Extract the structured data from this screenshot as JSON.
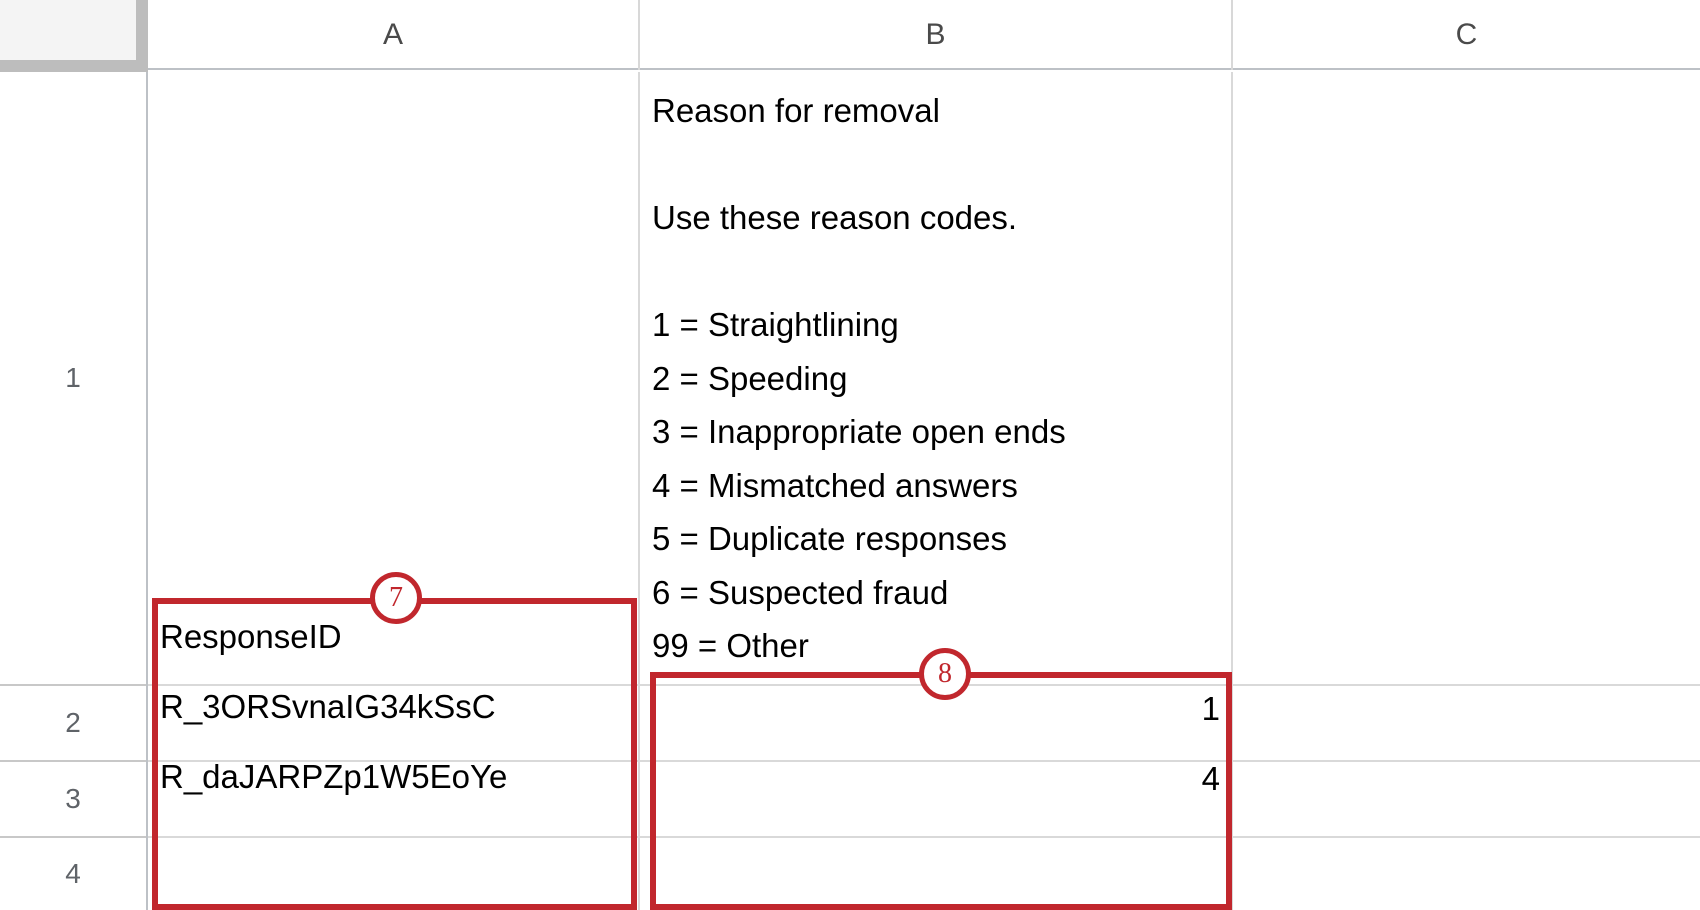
{
  "app": {
    "type": "spreadsheet"
  },
  "colors": {
    "annotation": "#c1272d",
    "gridline": "#d9d9d9",
    "header_text": "#4a4a4a",
    "row_header_text": "#5f6368",
    "corner_box": "#f4f4f4",
    "corner_border": "#bdbdbd"
  },
  "column_headers": [
    {
      "label": "A"
    },
    {
      "label": "B"
    },
    {
      "label": "C"
    }
  ],
  "row_headers": [
    {
      "label": "1"
    },
    {
      "label": "2"
    },
    {
      "label": "3"
    },
    {
      "label": "4"
    }
  ],
  "cells": {
    "B1": "Reason for removal\n\nUse these reason codes.\n\n1 = Straightlining\n2 = Speeding\n3 = Inappropriate open ends\n4 = Mismatched answers\n5 = Duplicate responses\n6 = Suspected fraud\n99 = Other",
    "A1": "ResponseID",
    "A2": "R_3ORSvnaIG34kSsC",
    "A3": "R_daJARPZp1W5EoYe",
    "B2": "1",
    "B3": "4"
  },
  "reason_codes": [
    {
      "code": "1",
      "label": "Straightlining"
    },
    {
      "code": "2",
      "label": "Speeding"
    },
    {
      "code": "3",
      "label": "Inappropriate open ends"
    },
    {
      "code": "4",
      "label": "Mismatched answers"
    },
    {
      "code": "5",
      "label": "Duplicate responses"
    },
    {
      "code": "6",
      "label": "Suspected fraud"
    },
    {
      "code": "99",
      "label": "Other"
    }
  ],
  "b1_lines": {
    "title": "Reason for removal",
    "instruction": "Use these reason codes."
  },
  "annotations": [
    {
      "badge": "7",
      "target": "column-a-responseid-range"
    },
    {
      "badge": "8",
      "target": "column-b-reason-code-range"
    }
  ]
}
